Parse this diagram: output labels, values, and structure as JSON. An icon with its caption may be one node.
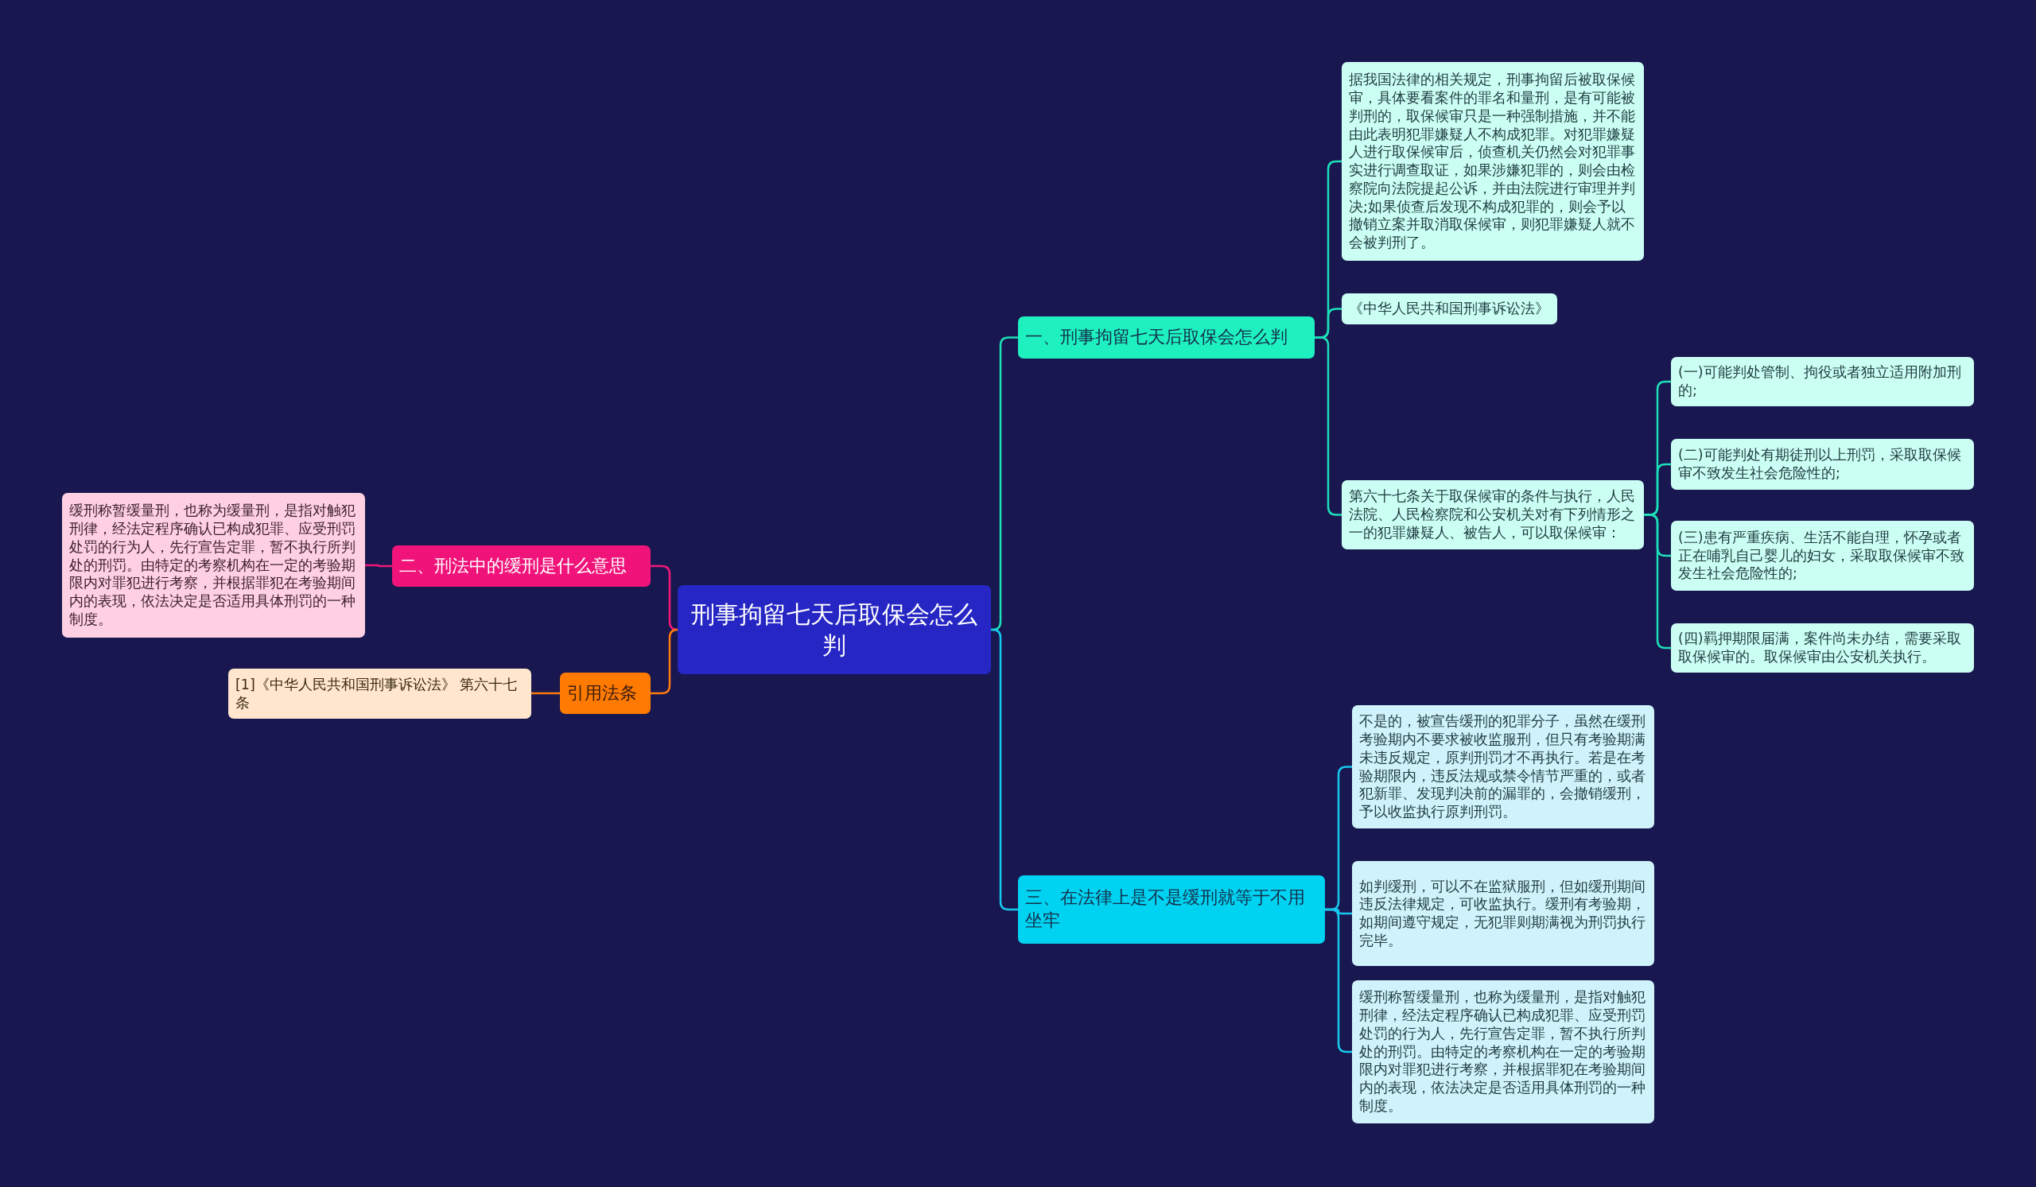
{
  "diagram": {
    "nodes": [
      {
        "text": [
          "刑事拘留七天后取保会怎么判"
        ]
      },
      {
        "text": [
          "一、刑事拘留七天后取保会怎么判"
        ]
      },
      {
        "text": [
          "据我国法律的相关规定，刑事拘留后被取保候审，具体要看案件的罪名和量刑，是有可能被判刑的，取保候审只是一种强制措施，并不能由此表明犯罪嫌疑人不构成犯罪。对犯罪嫌疑人进行取保候审后，侦查机关仍然会对犯罪事实进行调查取证，如果涉嫌犯罪的，则会由检察院向法院提起公诉，并由法院进行审理并判决;如果侦查后发现不构成犯罪的，则会予以撤销立案并取消取保候审，则犯罪嫌疑人就不会被判刑了。"
        ]
      },
      {
        "text": [
          "《中华人民共和国刑事诉讼法》"
        ]
      },
      {
        "text": [
          "第六十七条关于取保候审的条件与执行，人民法院、人民检察院和公安机关对有下列情形之一的犯罪嫌疑人、被告人，可以取保候审："
        ]
      },
      {
        "text": [
          "(一)可能判处管制、拘役或者独立适用附加刑的;"
        ]
      },
      {
        "text": [
          "(二)可能判处有期徒刑以上刑罚，采取取保候审不致发生社会危险性的;"
        ]
      },
      {
        "text": [
          "(三)患有严重疾病、生活不能自理，怀孕或者正在哺乳自己婴儿的妇女，采取取保候审不致发生社会危险性的;"
        ]
      },
      {
        "text": [
          "(四)羁押期限届满，案件尚未办结，需要采取取保候审的。取保候审由公安机关执行。"
        ]
      },
      {
        "text": [
          "三、在法律上是不是缓刑就等于不用坐牢"
        ]
      },
      {
        "text": [
          "不是的，被宣告缓刑的犯罪分子，虽然在缓刑考验期内不要求被收监服刑，但只有考验期满未违反规定，原判刑罚才不再执行。若是在考验期限内，违反法规或禁令情节严重的，或者犯新罪、发现判决前的漏罪的，会撤销缓刑，予以收监执行原判刑罚。"
        ]
      },
      {
        "text": [
          "如判缓刑，可以不在监狱服刑，但如缓刑期间违反法律规定，可收监执行。缓刑有考验期，如期间遵守规定，无犯罪则期满视为刑罚执行完毕。"
        ]
      },
      {
        "text": [
          "缓刑称暂缓量刑，也称为缓量刑，是指对触犯刑律，经法定程序确认已构成犯罪、应受刑罚处罚的行为人，先行宣告定罪，暂不执行所判处的刑罚。由特定的考察机构在一定的考验期限内对罪犯进行考察，并根据罪犯在考验期间内的表现，依法决定是否适用具体刑罚的一种制度。"
        ]
      },
      {
        "text": [
          "二、刑法中的缓刑是什么意思"
        ]
      },
      {
        "text": [
          "缓刑称暂缓量刑，也称为缓量刑，是指对触犯刑律，经法定程序确认已构成犯罪、应受刑罚处罚的行为人，先行宣告定罪，暂不执行所判处的刑罚。由特定的考察机构在一定的考验期限内对罪犯进行考察，并根据罪犯在考验期间内的表现，依法决定是否适用具体刑罚的一种制度。"
        ]
      },
      {
        "text": [
          "引用法条"
        ]
      },
      {
        "text": [
          "[1]《中华人民共和国刑事诉讼法》 第六十七条"
        ]
      }
    ],
    "edges": [
      {
        "from": 0,
        "to": 1,
        "arrow": "none"
      },
      {
        "from": 1,
        "to": 2,
        "arrow": "none"
      },
      {
        "from": 1,
        "to": 3,
        "arrow": "none"
      },
      {
        "from": 1,
        "to": 4,
        "arrow": "none"
      },
      {
        "from": 4,
        "to": 5,
        "arrow": "none"
      },
      {
        "from": 4,
        "to": 6,
        "arrow": "none"
      },
      {
        "from": 4,
        "to": 7,
        "arrow": "none"
      },
      {
        "from": 4,
        "to": 8,
        "arrow": "none"
      },
      {
        "from": 0,
        "to": 9,
        "arrow": "none",
        "color": "#16c8ee"
      },
      {
        "from": 9,
        "to": 10,
        "arrow": "none",
        "color": "#16c8ee"
      },
      {
        "from": 9,
        "to": 11,
        "arrow": "none",
        "color": "#16c8ee"
      },
      {
        "from": 9,
        "to": 12,
        "arrow": "none",
        "color": "#16c8ee"
      },
      {
        "from": 0,
        "to": 13,
        "arrow": "none",
        "color": "#f0187a"
      },
      {
        "from": 13,
        "to": 14,
        "arrow": "none",
        "color": "#f0187a"
      },
      {
        "from": 0,
        "to": 15,
        "arrow": "none",
        "color": "#ff7a10"
      },
      {
        "from": 15,
        "to": 16,
        "arrow": "none",
        "color": "#ff7a10"
      }
    ]
  }
}
